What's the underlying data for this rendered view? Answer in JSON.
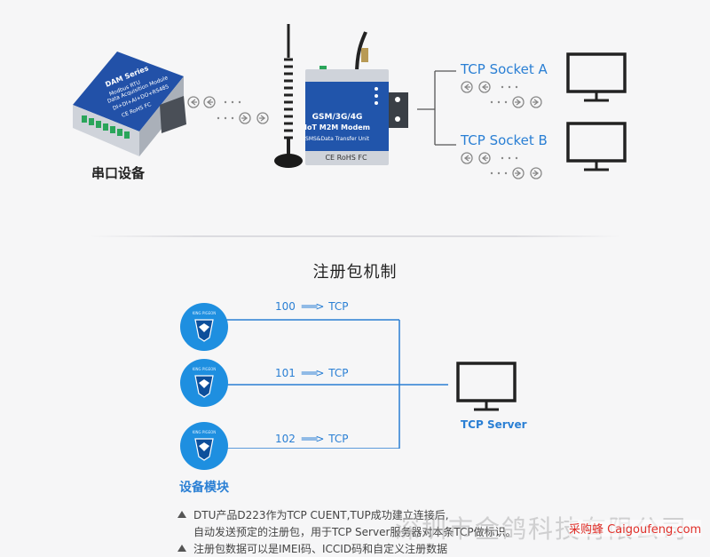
{
  "top": {
    "serial_label": "串口设备",
    "dam_device": {
      "brand": "DAM Series",
      "line1": "Modbus RTU",
      "line2": "Data Acquisition Module",
      "line3": "DI+DI+AI+DO+RS485",
      "cert": "CE RoHS FC"
    },
    "modem": {
      "line1": "GSM/3G/4G",
      "line2": "IoT M2M Modem",
      "line3": "SMS&Data Transfer Unit",
      "cert": "CE RoHS FC"
    },
    "socket_a": "TCP Socket A",
    "socket_b": "TCP Socket B"
  },
  "bottom": {
    "title": "注册包机制",
    "rows": [
      {
        "num": "100",
        "proto": "TCP"
      },
      {
        "num": "101",
        "proto": "TCP"
      },
      {
        "num": "102",
        "proto": "TCP"
      }
    ],
    "module_label": "设备模块",
    "server_label": "TCP Server"
  },
  "notes": [
    "DTU产品D223作为TCP CUENT,TUP成功建立连接后,",
    "自动发送预定的注册包，用于TCP Server服务器对本条TCP做标识。",
    "注册包数据可以是IMEI码、ICCID码和自定义注册数据"
  ],
  "watermark": {
    "company": "深圳市金鸽科技有限公司",
    "site": "采购蜂 Caigoufeng.com"
  },
  "colors": {
    "accent": "#2a7fd4",
    "device": "#1d4fa3"
  }
}
